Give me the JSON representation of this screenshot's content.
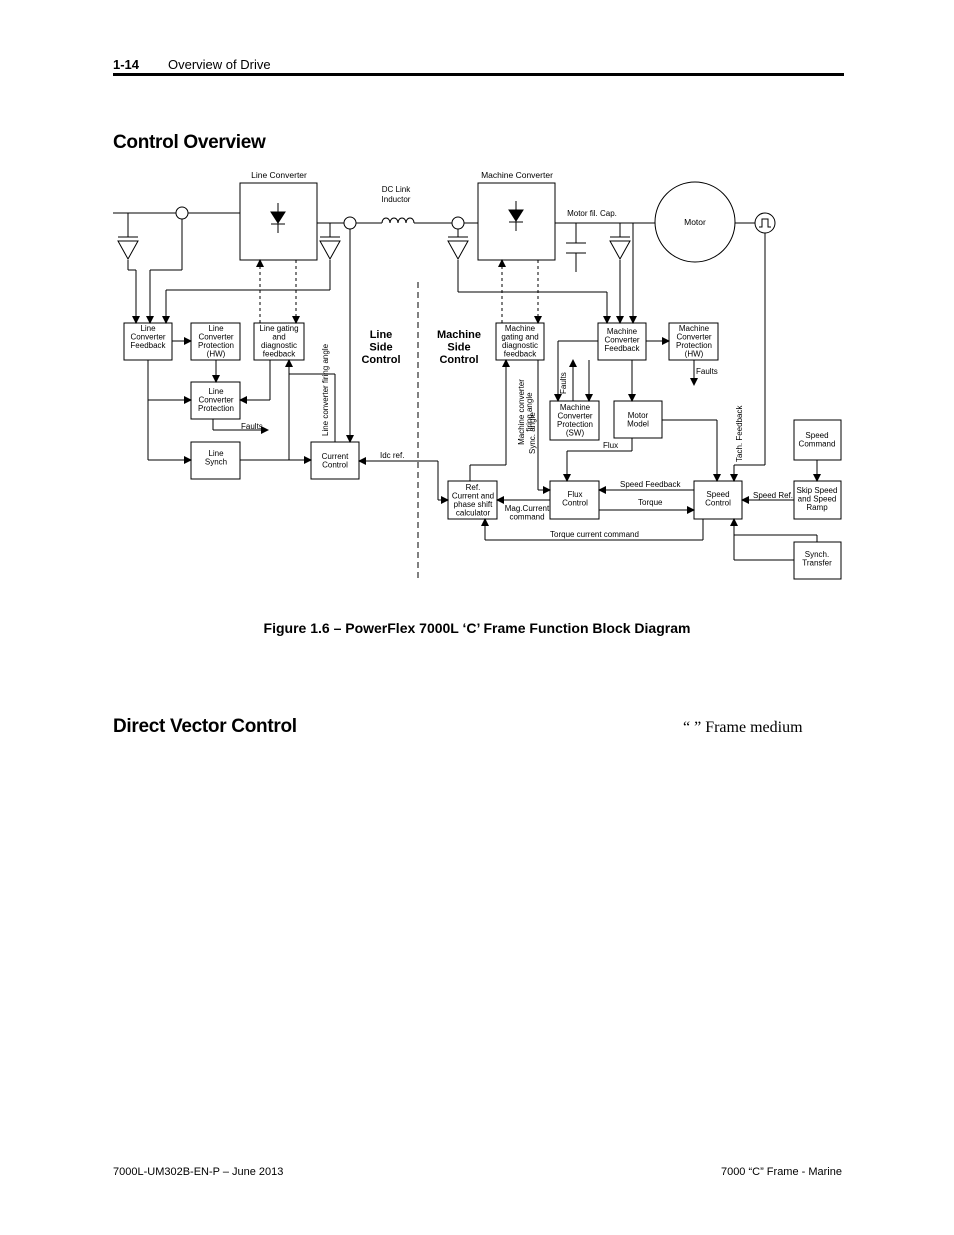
{
  "header": {
    "page_number": "1-14",
    "section": "Overview of Drive"
  },
  "control_overview": {
    "heading": "Control Overview"
  },
  "diagram": {
    "labels": {
      "line_converter": "Line Converter",
      "machine_converter": "Machine Converter",
      "dc_link_1": "DC Link",
      "dc_link_2": "Inductor",
      "motor_fil_cap": "Motor fil. Cap.",
      "motor": "Motor",
      "lcf": [
        "Line",
        "Converter",
        "Feedback"
      ],
      "lcp_hw": [
        "Line",
        "Converter",
        "Protection",
        "(HW)"
      ],
      "lgdf": [
        "Line gating",
        "and",
        "diagnostic",
        "feedback"
      ],
      "lcp": [
        "Line",
        "Converter",
        "Protection"
      ],
      "line_synch": [
        "Line",
        "Synch"
      ],
      "current_control": [
        "Current",
        "Control"
      ],
      "faults": "Faults",
      "line_firing": "Line converter firing angle",
      "line_side": [
        "Line",
        "Side",
        "Control"
      ],
      "machine_side": [
        "Machine",
        "Side",
        "Control"
      ],
      "idc_ref": "Idc ref.",
      "mgdf": [
        "Machine",
        "gating and",
        "diagnostic",
        "feedback"
      ],
      "machine_firing": [
        "Machine converter",
        "firing angle"
      ],
      "sync_angle": "Sync. angle",
      "mcf": [
        "Machine",
        "Converter",
        "Feedback"
      ],
      "mcp_hw": [
        "Machine",
        "Converter",
        "Protection",
        "(HW)"
      ],
      "mcp_sw": [
        "Machine",
        "Converter",
        "Protection",
        "(SW)"
      ],
      "motor_model": [
        "Motor",
        "Model"
      ],
      "tach_feedback": "Tach. Feedback",
      "speed_command": [
        "Speed",
        "Command"
      ],
      "skip_speed": [
        "Skip Speed",
        "and Speed",
        "Ramp"
      ],
      "speed_ref": "Speed Ref.",
      "speed_control": [
        "Speed",
        "Control"
      ],
      "speed_feedback": "Speed Feedback",
      "torque": "Torque",
      "flux": "Flux",
      "flux_control": [
        "Flux",
        "Control"
      ],
      "ref_calc": [
        "Ref.",
        "Current and",
        "phase shift",
        "calculator"
      ],
      "mag_current": [
        "Mag.Current",
        "command"
      ],
      "torque_current_command": "Torque current command",
      "synch_transfer": [
        "Synch.",
        "Transfer"
      ]
    }
  },
  "figure_caption": "Figure 1.6 – PowerFlex 7000L ‘C’ Frame Function Block Diagram",
  "direct_vector": {
    "heading": "Direct Vector Control",
    "text_fragment": "“   ” Frame medium"
  },
  "footer": {
    "left": "7000L-UM302B-EN-P – June 2013",
    "right": "7000 “C” Frame - Marine"
  }
}
